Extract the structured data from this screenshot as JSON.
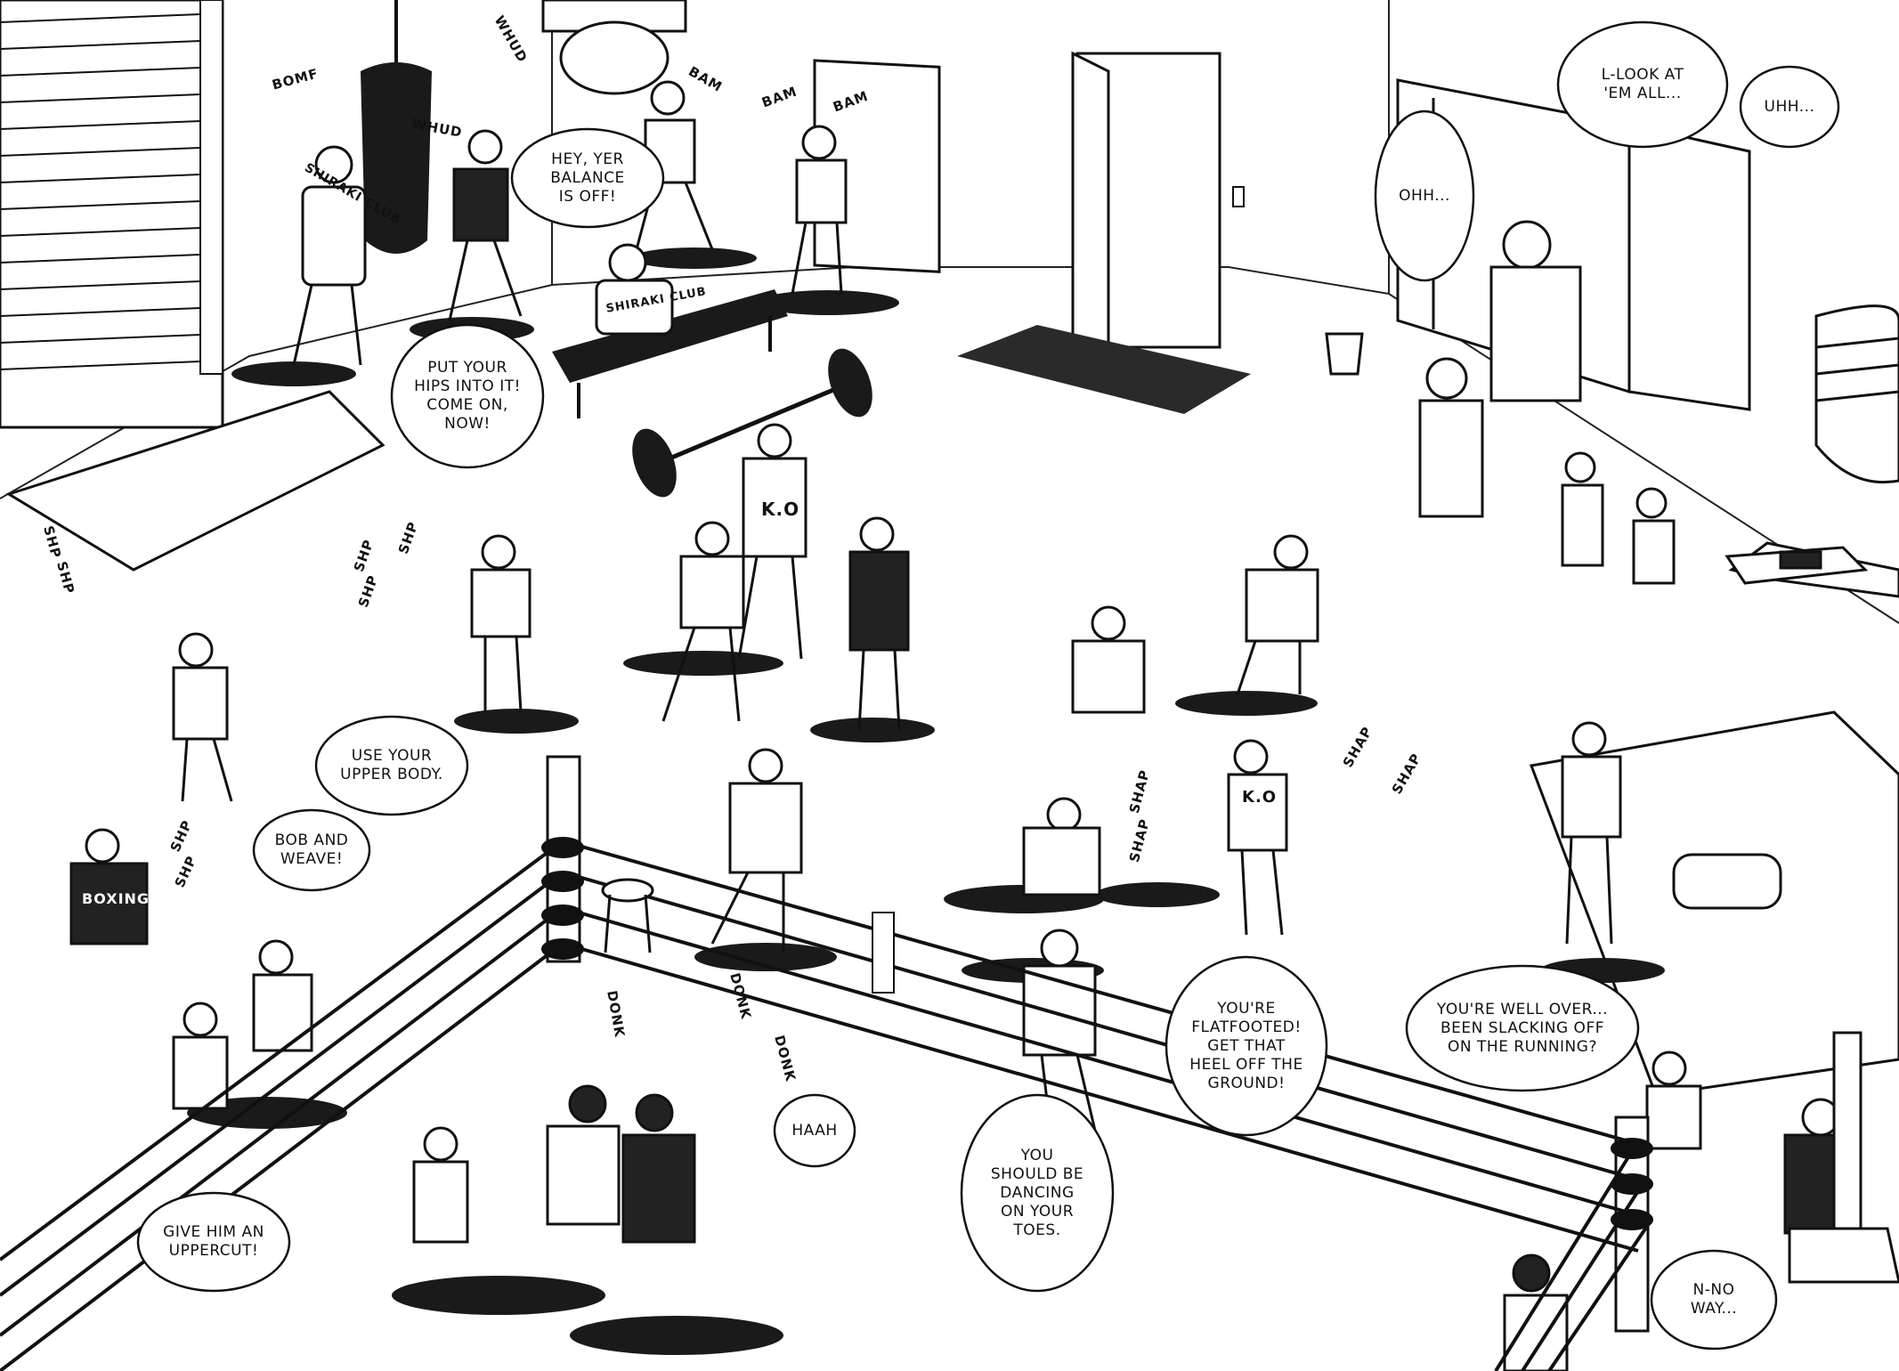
{
  "dialogue": {
    "hey_yer_balance": "HEY, YER\nBALANCE\nIS OFF!",
    "put_your_hips": "PUT YOUR\nHIPS INTO IT!\nCOME ON,\nNOW!",
    "use_upper_body": "USE YOUR\nUPPER BODY.",
    "bob_and_weave": "BOB AND\nWEAVE!",
    "give_uppercut": "GIVE HIM AN\nUPPERCUT!",
    "haah": "HAAH",
    "dancing_toes": "YOU\nSHOULD BE\nDANCING\nON YOUR\nTOES.",
    "flatfooted": "YOU'RE\nFLATFOOTED!\nGET THAT\nHEEL OFF THE\nGROUND!",
    "well_over": "YOU'RE WELL OVER...\nBEEN SLACKING OFF\nON THE RUNNING?",
    "no_way": "N-NO\nWAY...",
    "look_at_em": "L-LOOK AT\n'EM ALL...",
    "uhh": "UHH...",
    "ohh": "OHH..."
  },
  "sfx": {
    "bomf": "BOMF",
    "whud_top": "WHUD",
    "whud_mid": "WHUD",
    "bam_1": "BAM",
    "bam_2": "BAM",
    "bam_3": "BAM",
    "shp_left_1": "SHP",
    "shp_left_2": "SHP",
    "shp_mid_1": "SHP",
    "shp_mid_2": "SHP",
    "shp_mid_3": "SHP",
    "shp_low_1": "SHP",
    "shp_low_2": "SHP",
    "shap_1": "SHAP",
    "shap_2": "SHAP",
    "shap_3": "SHAP",
    "shap_4": "SHAP",
    "donk_1": "DONK",
    "donk_2": "DONK",
    "donk_3": "DONK"
  },
  "signage": {
    "shirak_club": "SHIRAKI CLUB",
    "shiraki_club_bench": "SHIRAKI CLUB",
    "ko_lifter": "K.O",
    "ko_roper": "K.O",
    "boxing_shirt": "BOXING"
  }
}
